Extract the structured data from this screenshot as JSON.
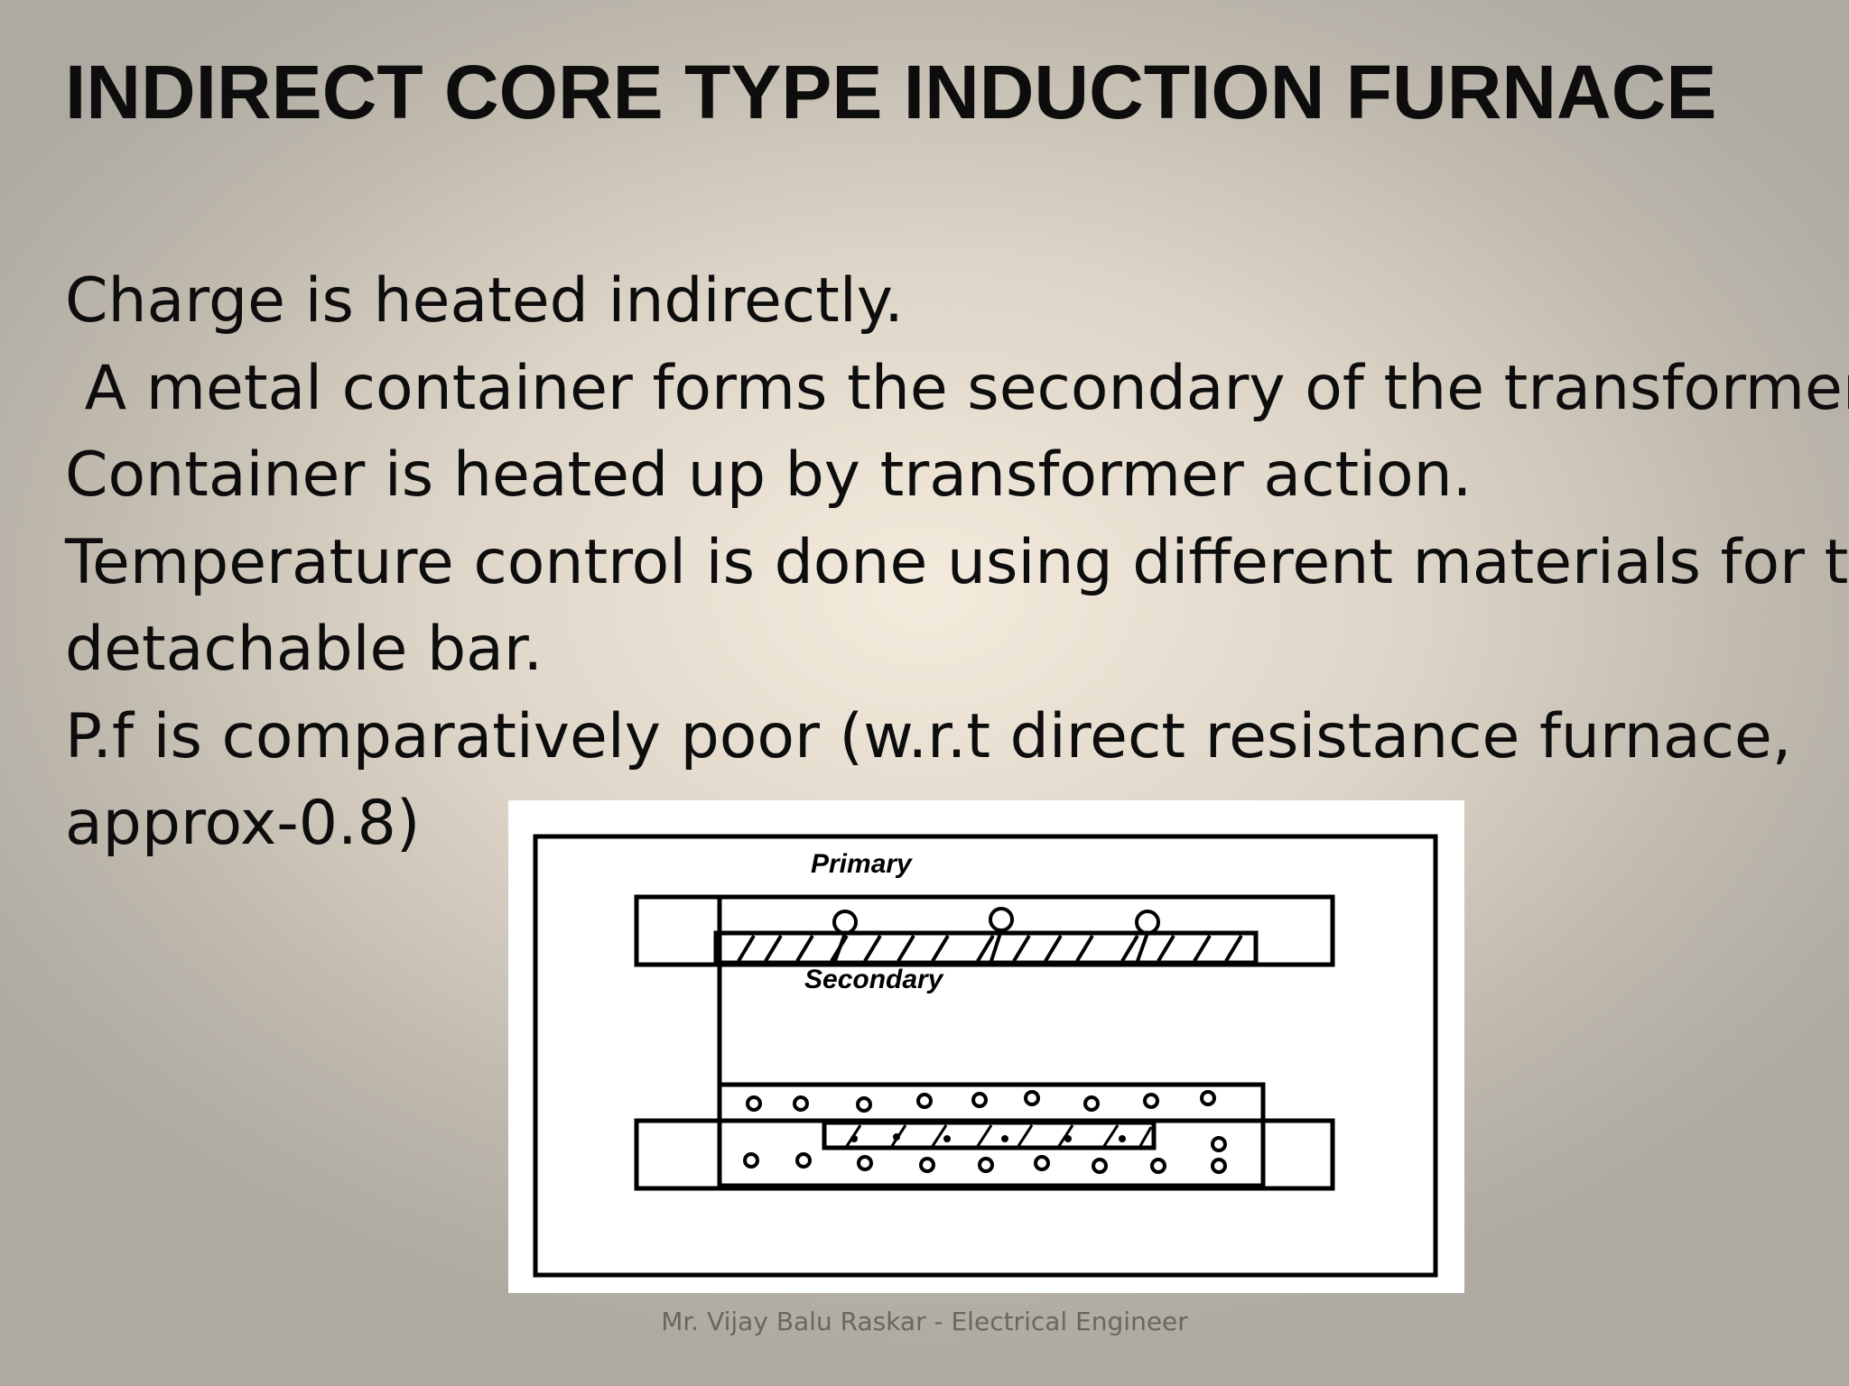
{
  "slide": {
    "title": "INDIRECT CORE TYPE INDUCTION FURNACE",
    "lines": [
      "Charge is heated indirectly.",
      " A metal container forms the secondary of the transformer.",
      "Container is heated up by transformer action.",
      "Temperature control is done using different materials for the",
      "detachable bar.",
      "P.f is comparatively poor (w.r.t direct resistance furnace,",
      "approx-0.8)"
    ],
    "diagram": {
      "primary_label": "Primary",
      "secondary_label": "Secondary"
    },
    "footer": "Mr. Vijay Balu Raskar - Electrical Engineer"
  }
}
